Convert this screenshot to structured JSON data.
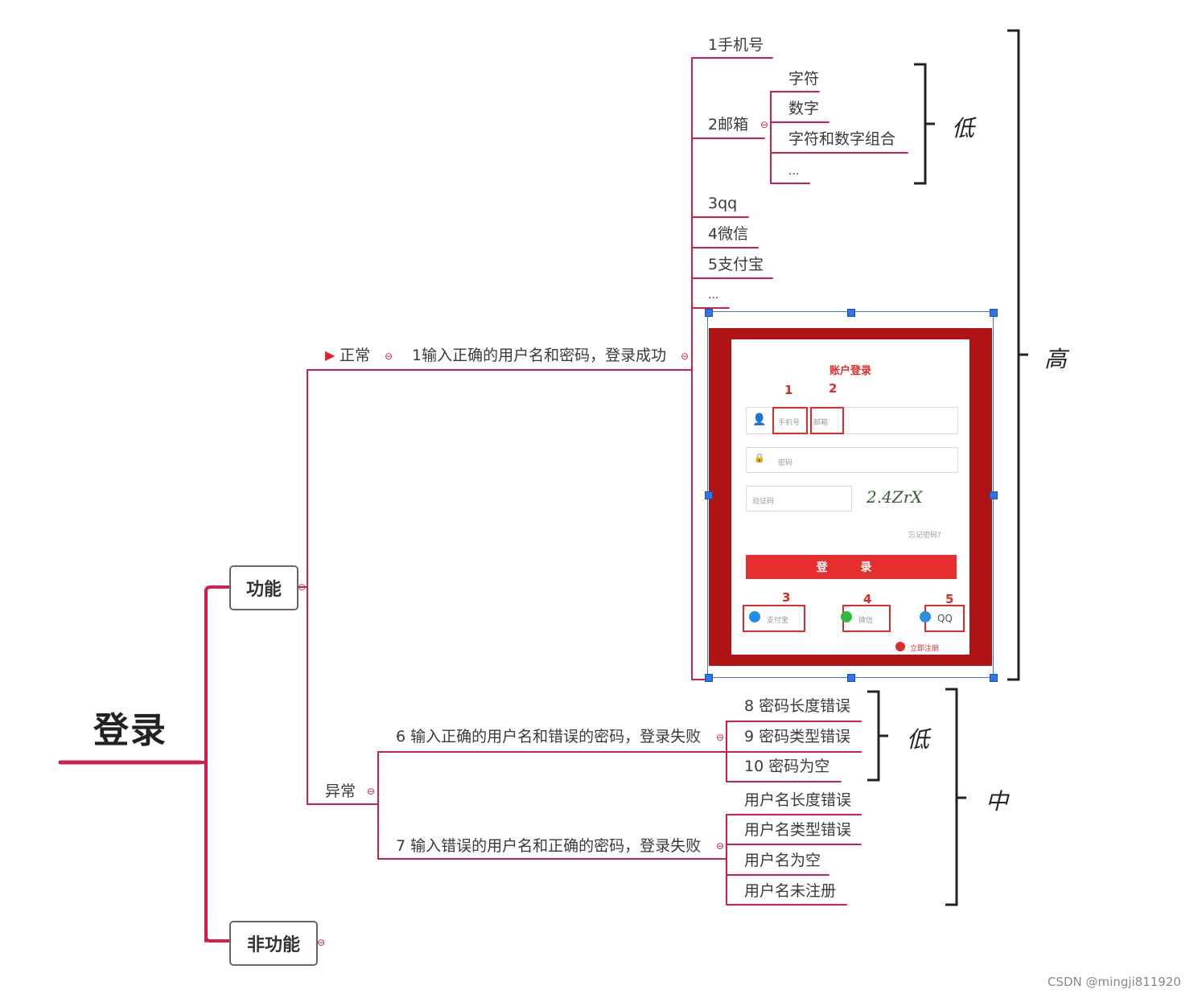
{
  "root": "登录",
  "functional": "功能",
  "nonfunctional": "非功能",
  "normal": "正常",
  "abnormal": "异常",
  "case1": "1输入正确的用户名和密码，登录成功",
  "accounts": [
    "1手机号",
    "2邮箱",
    "3qq",
    "4微信",
    "5支付宝",
    "..."
  ],
  "email_types": [
    "字符",
    "数字",
    "字符和数字组合",
    "..."
  ],
  "case6": "6 输入正确的用户名和错误的密码，登录失败",
  "case6_items": [
    "8 密码长度错误",
    "9 密码类型错误",
    "10 密码为空"
  ],
  "case7": "7 输入错误的用户名和正确的密码，登录失败",
  "case7_items": [
    "用户名长度错误",
    "用户名类型错误",
    "用户名为空",
    "用户名未注册"
  ],
  "priority": {
    "low_top": "低",
    "high": "高",
    "low_mid": "低",
    "medium": "中"
  },
  "login_ui": {
    "title": "账户登录",
    "markers": [
      "1",
      "2",
      "3",
      "4",
      "5"
    ],
    "user_placeholder_1": "手机号",
    "user_placeholder_2": "邮箱",
    "password_placeholder": "密码",
    "captcha_placeholder": "验证码",
    "captcha_image": "2.4ZrX",
    "forgot": "忘记密码?",
    "login_button": "登 录",
    "alipay": "支付宝",
    "wechat": "微信",
    "qq": "QQ",
    "register": "立即注册"
  },
  "colors": {
    "branch": "#d0204a",
    "panel": "#b01313",
    "selection": "#3a78e0"
  },
  "watermark": "CSDN @mingji811920"
}
